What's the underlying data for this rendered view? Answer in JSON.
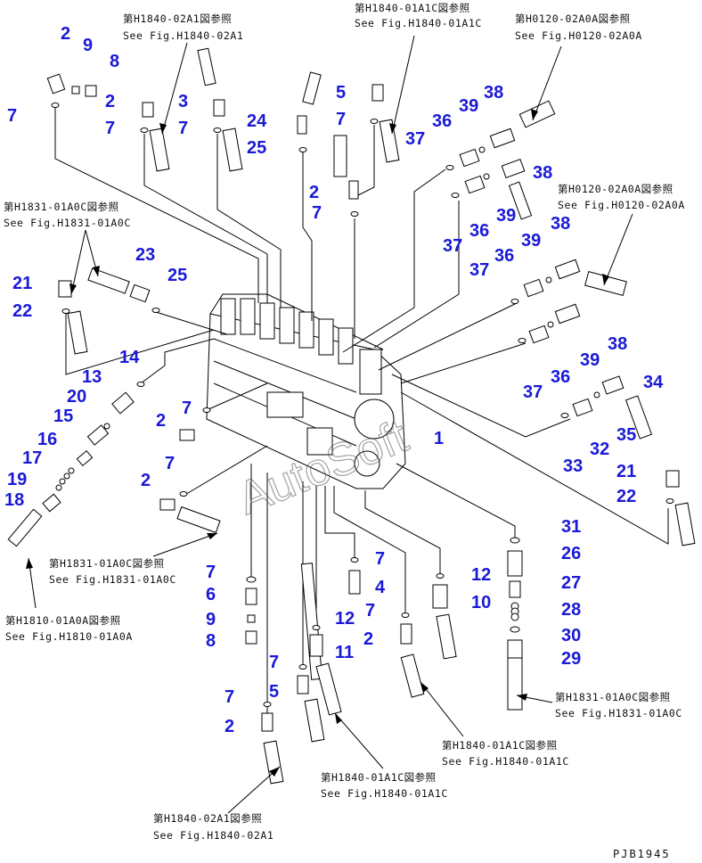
{
  "refs": [
    {
      "jp": "第H1840-02A1図参照",
      "en": "See Fig.H1840-02A1"
    },
    {
      "jp": "第H1840-01A1C図参照",
      "en": "See Fig.H1840-01A1C"
    },
    {
      "jp": "第H0120-02A0A図参照",
      "en": "See Fig.H0120-02A0A"
    },
    {
      "jp": "第H1831-01A0C図参照",
      "en": "See Fig.H1831-01A0C"
    },
    {
      "jp": "第H0120-02A0A図参照",
      "en": "See Fig.H0120-02A0A"
    },
    {
      "jp": "第H1831-01A0C図参照",
      "en": "See Fig.H1831-01A0C"
    },
    {
      "jp": "第H1810-01A0A図参照",
      "en": "See Fig.H1810-01A0A"
    },
    {
      "jp": "第H1831-01A0C図参照",
      "en": "See Fig.H1831-01A0C"
    },
    {
      "jp": "第H1840-01A1C図参照",
      "en": "See Fig.H1840-01A1C"
    },
    {
      "jp": "第H1840-01A1C図参照",
      "en": "See Fig.H1840-01A1C"
    },
    {
      "jp": "第H1840-02A1図参照",
      "en": "See Fig.H1840-02A1"
    }
  ],
  "callouts": [
    "2",
    "9",
    "8",
    "7",
    "2",
    "7",
    "3",
    "7",
    "24",
    "25",
    "5",
    "7",
    "39",
    "38",
    "36",
    "37",
    "38",
    "39",
    "36",
    "37",
    "2",
    "7",
    "23",
    "25",
    "21",
    "22",
    "38",
    "39",
    "36",
    "37",
    "38",
    "39",
    "36",
    "37",
    "14",
    "13",
    "20",
    "15",
    "16",
    "17",
    "19",
    "18",
    "2",
    "7",
    "7",
    "2",
    "1",
    "34",
    "35",
    "32",
    "33",
    "21",
    "22",
    "31",
    "26",
    "27",
    "28",
    "30",
    "29",
    "7",
    "6",
    "9",
    "8",
    "7",
    "4",
    "12",
    "10",
    "7",
    "12",
    "11",
    "2",
    "7",
    "5",
    "7",
    "2"
  ],
  "watermark": "AutoSoft",
  "drawing_code": "PJB1945"
}
